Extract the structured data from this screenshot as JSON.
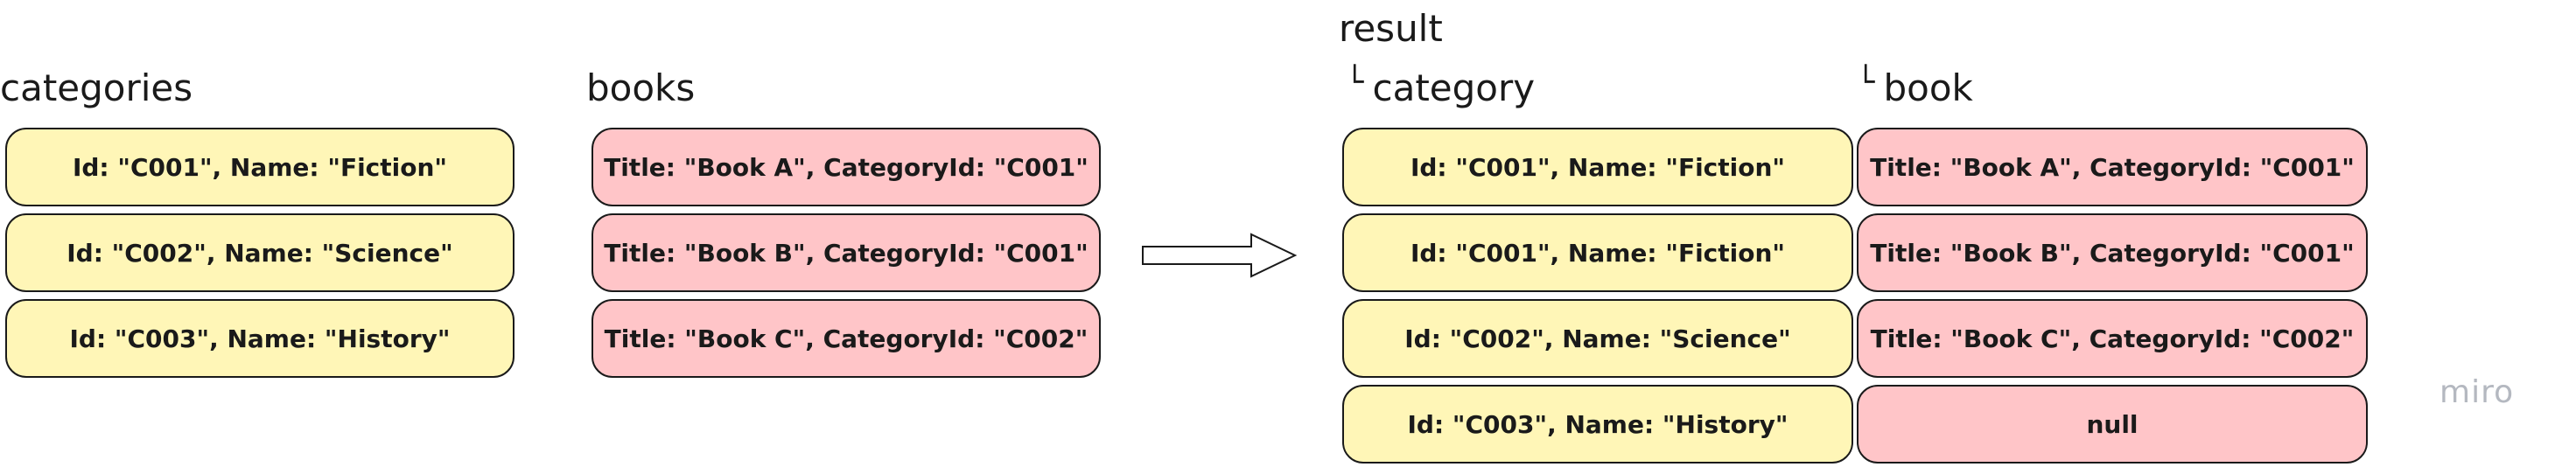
{
  "categories_heading": "categories",
  "books_heading": "books",
  "result": {
    "heading": "result",
    "tree_glyph": "└",
    "category_label": "category",
    "book_label": "book"
  },
  "categories": [
    "Id: \"C001\", Name: \"Fiction\"",
    "Id: \"C002\", Name: \"Science\"",
    "Id: \"C003\", Name: \"History\""
  ],
  "books": [
    "Title: \"Book A\", CategoryId: \"C001\"",
    "Title: \"Book B\", CategoryId: \"C001\"",
    "Title: \"Book C\", CategoryId: \"C002\""
  ],
  "result_rows": [
    {
      "category": "Id: \"C001\", Name: \"Fiction\"",
      "book": "Title: \"Book A\", CategoryId: \"C001\""
    },
    {
      "category": "Id: \"C001\", Name: \"Fiction\"",
      "book": "Title: \"Book B\", CategoryId: \"C001\""
    },
    {
      "category": "Id: \"C002\", Name: \"Science\"",
      "book": "Title: \"Book C\", CategoryId: \"C002\""
    },
    {
      "category": "Id: \"C003\", Name: \"History\"",
      "book": "null"
    }
  ],
  "watermark": "miro",
  "colors": {
    "category_fill": "#fff6b7",
    "book_fill": "#ffc5c8",
    "outline": "#1a1a1a",
    "watermark": "#b4b8c0"
  }
}
